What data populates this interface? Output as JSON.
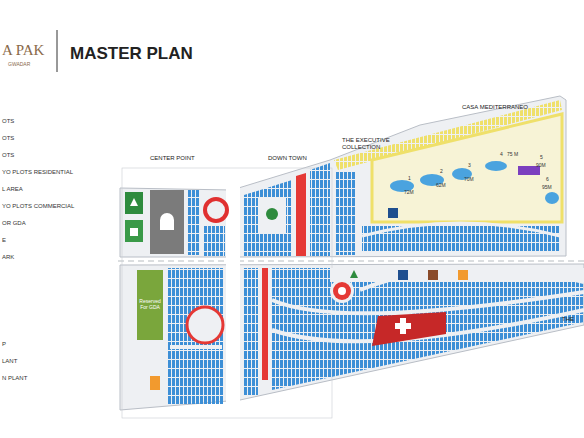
{
  "diagram": {
    "title": "MASTER PLAN",
    "nodes": [
      {
        "text": [
          "Reserved For GDA"
        ]
      }
    ],
    "labels": [
      "A PAK",
      "GWADAR",
      "OTS",
      "OTS",
      "OTS",
      "YO PLOTS RESIDENTIAL",
      "L AREA",
      "YO PLOTS COMMERCIAL",
      "OR GDA",
      "E",
      "ARK",
      "P",
      "LANT",
      "N PLANT",
      "CENTER POINT",
      "DOWN TOWN",
      "THE EXECUTIVE COLLECTION",
      "CASA MEDITERRANEO",
      "1",
      "72M",
      "2",
      "62M",
      "3",
      "70M",
      "4",
      "75 M",
      "5",
      "90M",
      "6",
      "95M",
      "THE"
    ]
  }
}
